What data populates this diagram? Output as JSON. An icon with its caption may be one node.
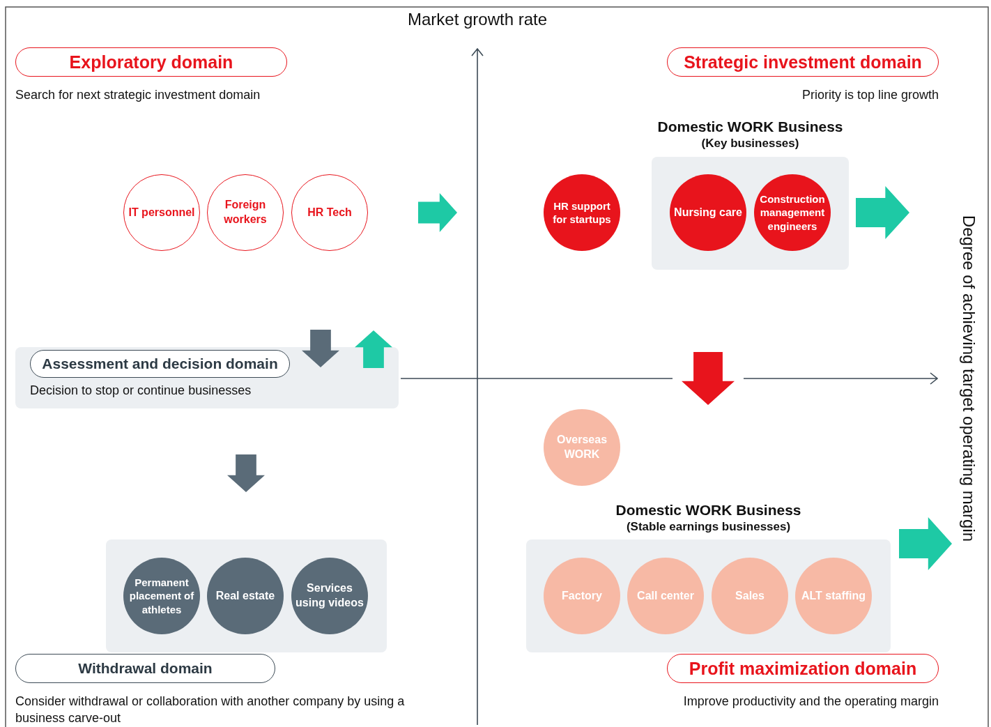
{
  "diagram": {
    "nodes": [
      {
        "text": [
          "Exploratory domain"
        ],
        "beside": [
          "Search for next strategic investment domain"
        ]
      },
      {
        "text": [
          "IT personnel"
        ]
      },
      {
        "text": [
          "Foreign workers"
        ]
      },
      {
        "text": [
          "HR Tech"
        ]
      },
      {
        "text": [
          "Strategic investment domain"
        ],
        "beside": [
          "Priority is top line growth"
        ]
      },
      {
        "text": [
          "HR support for startups"
        ]
      },
      {
        "text": [
          "Domestic WORK Business",
          "(Key businesses)"
        ]
      },
      {
        "text": [
          "Nursing care"
        ],
        "in": 6
      },
      {
        "text": [
          "Construction management engineers"
        ],
        "in": 6
      },
      {
        "text": [
          "Decision to stop or continue businesses"
        ]
      },
      {
        "text": [
          "Assessment and decision domain"
        ],
        "in": 9
      },
      {
        "text": [],
        "shape": "box"
      },
      {
        "text": [
          "Permanent placement of athletes"
        ],
        "in": 11
      },
      {
        "text": [
          "Real estate"
        ],
        "in": 11
      },
      {
        "text": [
          "Services using videos"
        ],
        "in": 11
      },
      {
        "text": [
          "Withdrawal domain"
        ],
        "beside": [
          "Consider withdrawal or collaboration with another company by using a business carve-out"
        ]
      },
      {
        "text": [
          "Overseas WORK"
        ]
      },
      {
        "text": [
          "Domestic WORK Business",
          "(Stable earnings businesses)"
        ]
      },
      {
        "text": [
          "Factory"
        ],
        "in": 17
      },
      {
        "text": [
          "Call center"
        ],
        "in": 17
      },
      {
        "text": [
          "Sales"
        ],
        "in": 17
      },
      {
        "text": [
          "ALT staffing"
        ],
        "in": 17
      },
      {
        "text": [
          "Profit maximization domain"
        ],
        "beside": [
          "Improve productivity and the operating margin"
        ]
      }
    ],
    "labels": [
      "Market growth rate",
      "Degree of achieving target operating margin"
    ]
  }
}
